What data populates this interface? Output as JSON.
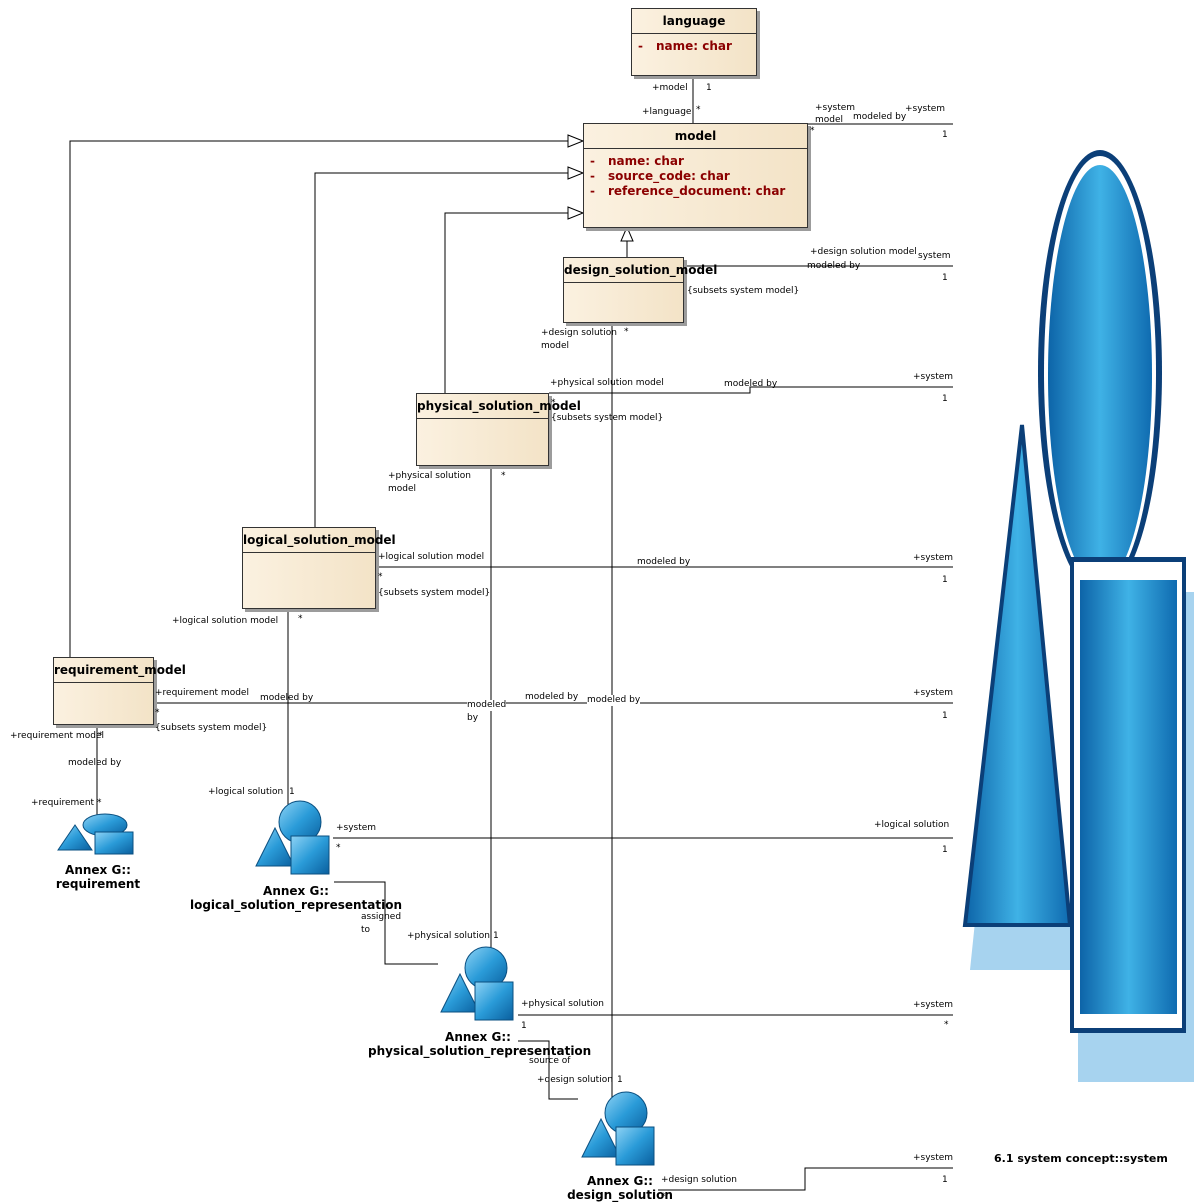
{
  "classes": {
    "language": {
      "name": "language",
      "attributes": [
        {
          "vis": "-",
          "text": "name:  char"
        }
      ]
    },
    "model": {
      "name": "model",
      "attributes": [
        {
          "vis": "-",
          "text": "name:  char"
        },
        {
          "vis": "-",
          "text": "source_code:  char"
        },
        {
          "vis": "-",
          "text": "reference_document:  char"
        }
      ]
    },
    "design": {
      "name": "design_solution_model"
    },
    "physical": {
      "name": "physical_solution_model"
    },
    "logical": {
      "name": "logical_solution_model"
    },
    "requirement": {
      "name": "requirement_model"
    }
  },
  "actors": {
    "requirement": {
      "line1": "Annex G::",
      "line2": "requirement"
    },
    "logical": {
      "line1": "Annex G::",
      "line2": "logical_solution_representation"
    },
    "physical": {
      "line1": "Annex G::",
      "line2": "physical_solution_representation"
    },
    "design": {
      "line1": "Annex G::",
      "line2": "design_solution"
    }
  },
  "system_label": "6.1 system concept::system",
  "labels": {
    "plus_model": "+model",
    "one": "1",
    "star": "*",
    "plus_language": "+language",
    "plus_system": "+system",
    "model_word": "model",
    "modeled_by": "modeled by",
    "modeled": "modeled",
    "by": "by",
    "design_solution_model": "+design solution model",
    "system_word": "system",
    "subsets": "{subsets system model}",
    "plus_design_solution": "+design solution",
    "plus_physical_solution_model": "+physical solution model",
    "plus_physical_solution": "+physical solution",
    "plus_logical_solution_model": "+logical solution model",
    "plus_logical_solution": "+logical solution",
    "plus_requirement_model": "+requirement model",
    "plus_requirement": "+requirement",
    "assigned": "assigned",
    "to": "to",
    "source_of": "source of"
  },
  "colors": {
    "class_fill": "#f3e3c7",
    "attribute_text": "#8b0000",
    "actor_blue": "#1e90c8",
    "system_blue": "#1a75b8"
  }
}
